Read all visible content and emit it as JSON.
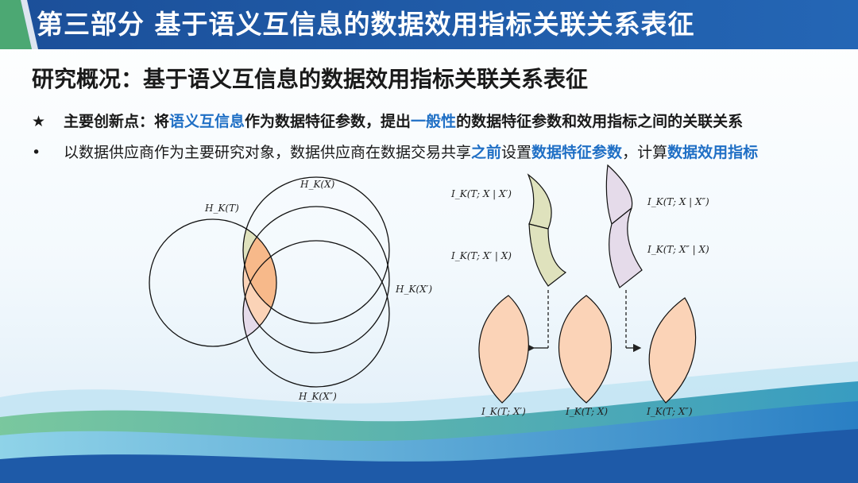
{
  "title": "第三部分  基于语义互信息的数据效用指标关联关系表征",
  "subtitle": "研究概况：基于语义互信息的数据效用指标关联关系表征",
  "innovation": {
    "bullet": "★",
    "prefix": "主要创新点：将",
    "hl1": "语义互信息",
    "mid1": "作为数据特征参数，提出",
    "hl2": "一般性",
    "suffix": "的数据特征参数和效用指标之间的关联关系"
  },
  "research": {
    "bullet": "•",
    "prefix": "以数据供应商作为主要研究对象，数据供应商在数据交易共享",
    "hl1": "之前",
    "mid1": "设置",
    "hl2": "数据特征参数",
    "mid2": "，计算",
    "hl3": "数据效用指标"
  },
  "venn": {
    "label_T": "H_K(T)",
    "label_X": "H_K(X)",
    "label_X1": "H_K(X′)",
    "label_X2": "H_K(X″)"
  },
  "lens": {
    "label_TXcondX1": "I_K(T; X | X′)",
    "label_TX1condX": "I_K(T; X′ | X)",
    "label_TXcondX2": "I_K(T; X | X″)",
    "label_TX2condX": "I_K(T; X″ | X)",
    "label_TX1": "I_K(T; X′)",
    "label_TX": "I_K(T; X)",
    "label_TX2": "I_K(T; X″)"
  },
  "colors": {
    "title_bar": "#1f5fad",
    "highlight": "#1f6fc5",
    "olive_fill": "#dfe2bd",
    "lilac_fill": "#e5dbea",
    "peach_fill": "#fbd3b7",
    "core_fill": "#f7b98a"
  }
}
